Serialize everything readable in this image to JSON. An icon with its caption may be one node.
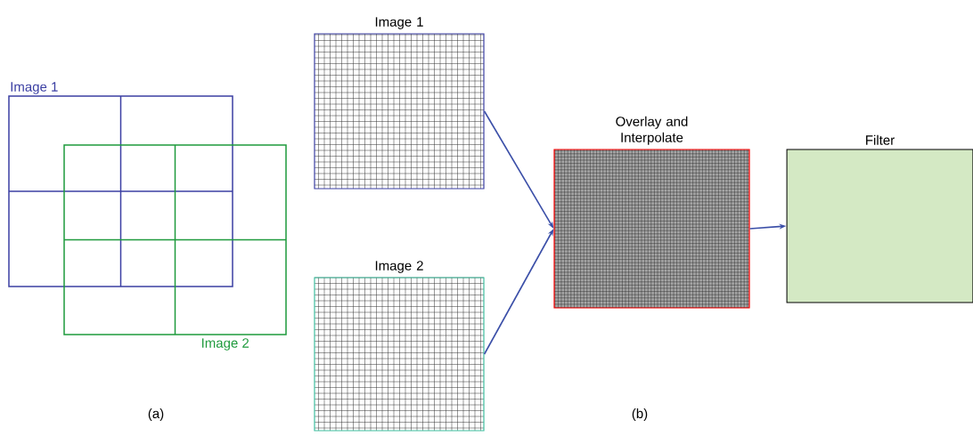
{
  "diagram": {
    "nodes": [
      {
        "text": [
          "Image 1"
        ]
      },
      {
        "text": [
          "Image 2"
        ]
      },
      {
        "text": [
          "Image 1"
        ]
      },
      {
        "text": [
          "Image 2"
        ]
      },
      {
        "text": [
          "Overlay and Interpolate"
        ]
      },
      {
        "text": [
          "Filter"
        ]
      }
    ],
    "edges": [
      {
        "from": 2,
        "to": 4,
        "arrow": "to"
      },
      {
        "from": 3,
        "to": 4,
        "arrow": "to"
      },
      {
        "from": 4,
        "to": 5,
        "arrow": "to"
      }
    ],
    "labels": [
      "(a)",
      "(b)"
    ]
  }
}
